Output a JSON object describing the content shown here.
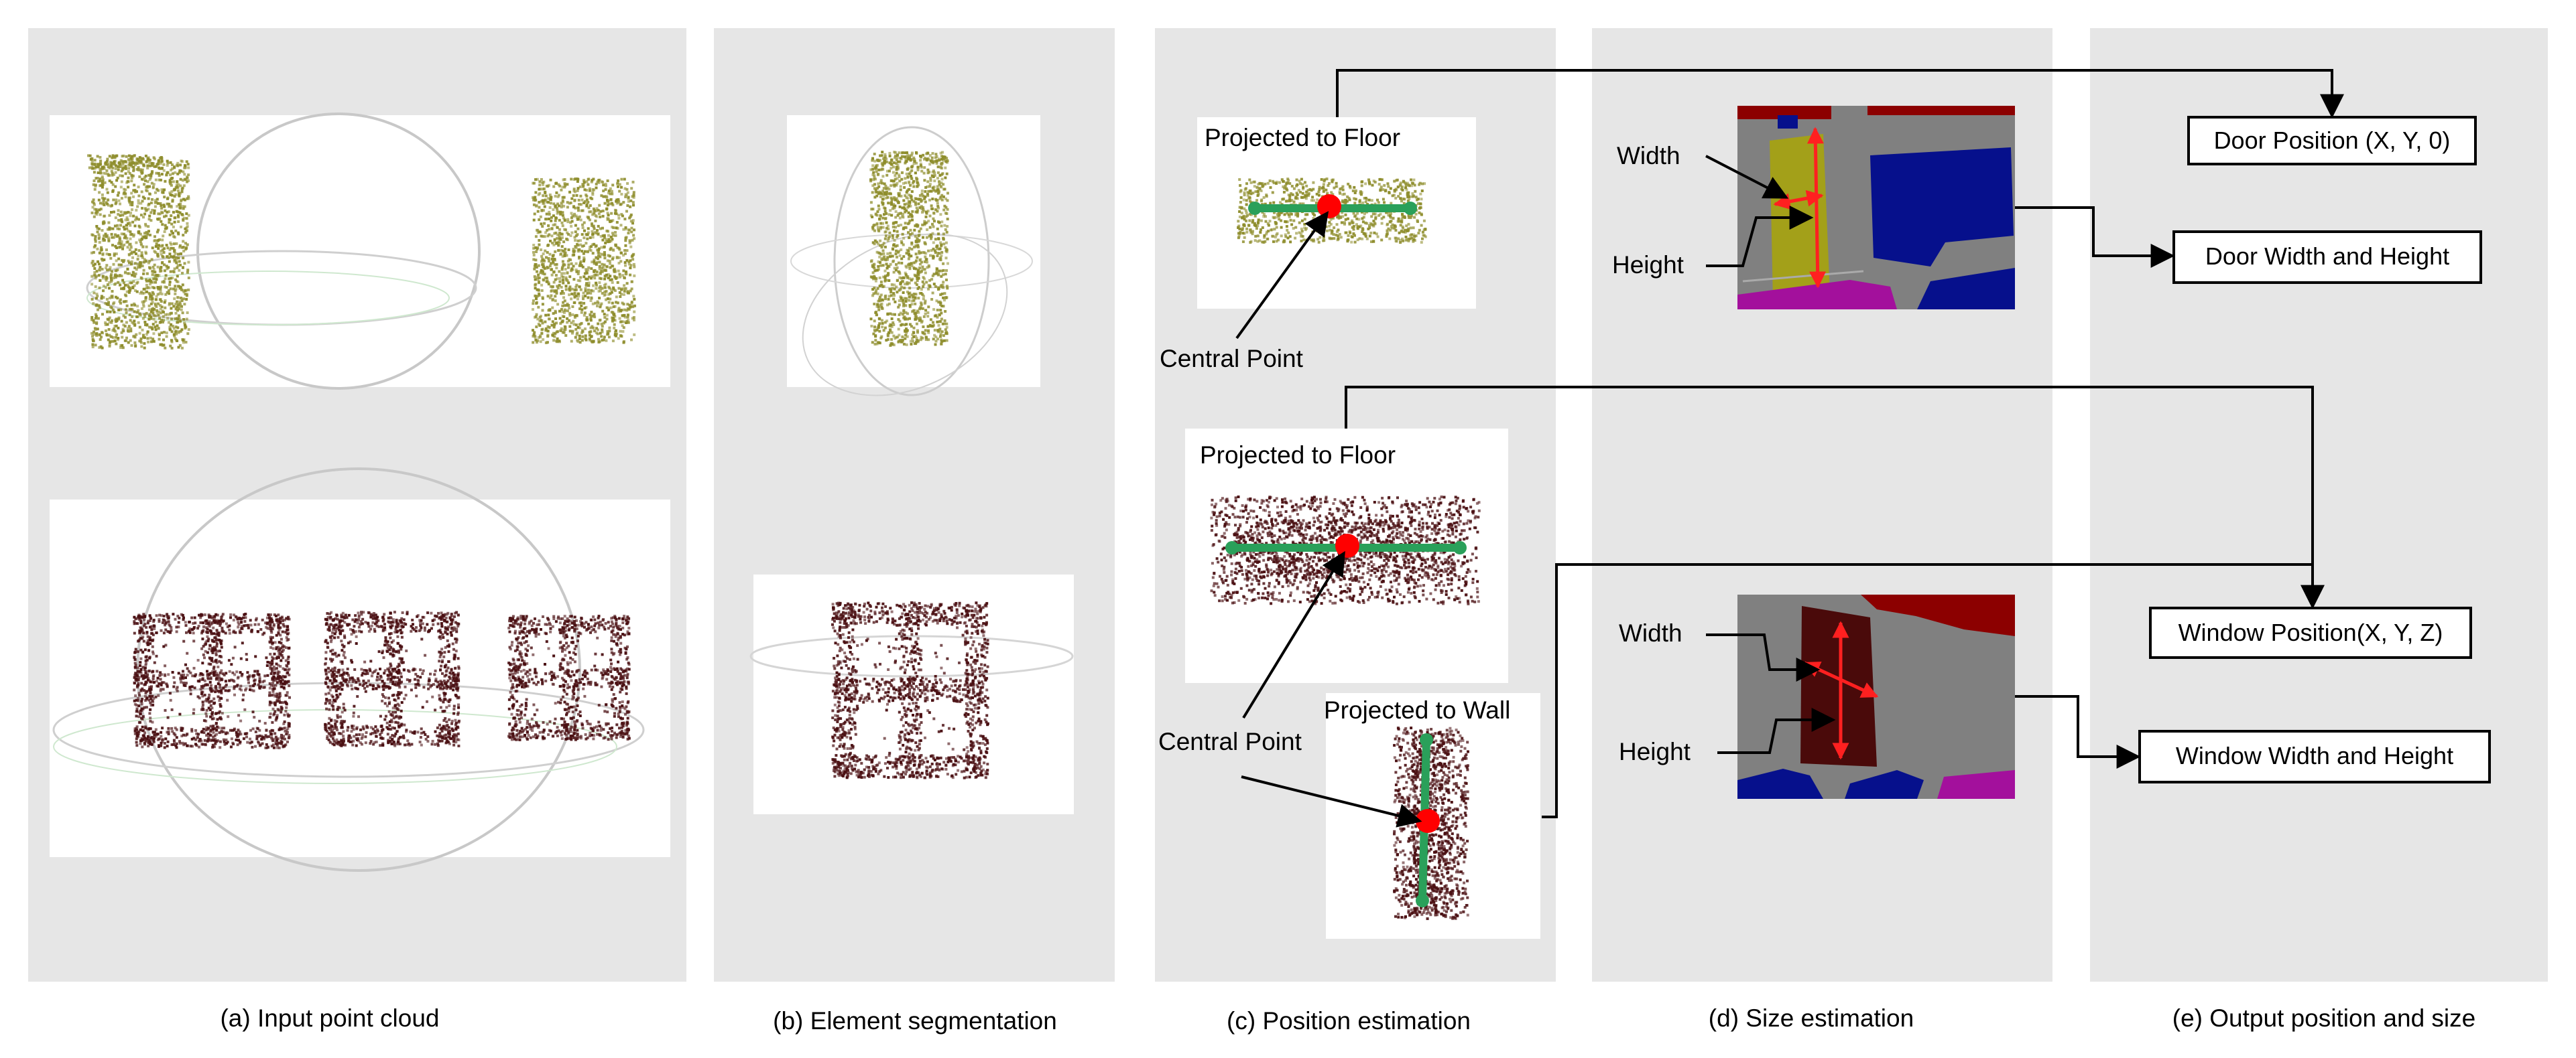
{
  "captions": {
    "a": "(a) Input point cloud",
    "b": "(b) Element segmentation",
    "c": "(c) Position estimation",
    "d": "(d) Size estimation",
    "e": "(e) Output position and size"
  },
  "position_estimation": {
    "door_projection_title": "Projected to Floor",
    "door_central_point": "Central  Point",
    "window_floor_projection_title": "Projected to Floor",
    "window_central_point": "Central  Point",
    "window_wall_projection_title": "Projected to Wall"
  },
  "size_estimation": {
    "door_width": "Width",
    "door_height": "Height",
    "window_width": "Width",
    "window_height": "Height"
  },
  "outputs": {
    "door_position": "Door Position (X, Y, 0)",
    "door_size": "Door Width and Height",
    "window_position": "Window Position(X, Y, Z)",
    "window_size": "Window Width and Height"
  },
  "colors": {
    "panel": "#e6e6e6",
    "door_points": "#8e8d2c",
    "window_points": "#4a0f12",
    "axis_line": "#2aa05a",
    "center_dot": "#ff0000",
    "seg_gray": "#808080",
    "seg_door": "#a3a019",
    "seg_window": "#4a0a0a",
    "seg_blue": "#06108c",
    "seg_red": "#8c0000",
    "seg_magenta": "#a3109c",
    "measure": "#ff2020"
  }
}
